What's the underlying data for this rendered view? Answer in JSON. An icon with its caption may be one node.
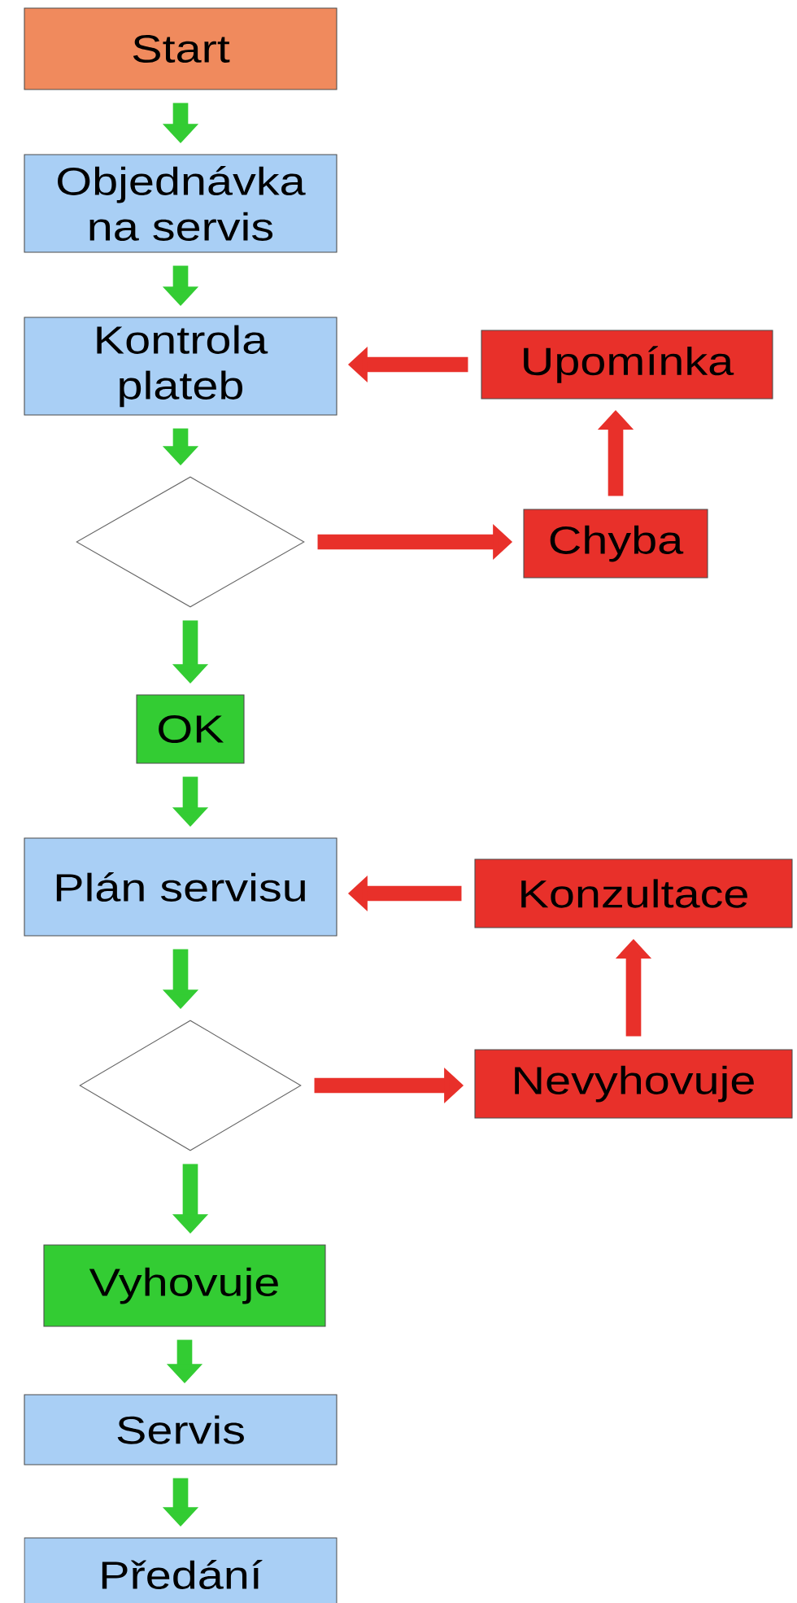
{
  "diagram": {
    "nodes": [
      {
        "text": [
          "Start"
        ]
      },
      {
        "text": [
          "Objednávka na servis"
        ]
      },
      {
        "text": [
          "Kontrola plateb"
        ]
      },
      {
        "text": [
          "Upomínka"
        ]
      },
      {
        "text": [],
        "shape": "diamond"
      },
      {
        "text": [
          "Chyba"
        ]
      },
      {
        "text": [
          "OK"
        ]
      },
      {
        "text": [
          "Plán servisu"
        ]
      },
      {
        "text": [
          "Konzultace"
        ]
      },
      {
        "text": [],
        "shape": "diamond"
      },
      {
        "text": [
          "Nevyhovuje"
        ]
      },
      {
        "text": [
          "Vyhovuje"
        ]
      },
      {
        "text": [
          "Servis"
        ]
      },
      {
        "text": [
          "Předání"
        ]
      }
    ],
    "edges": [
      {
        "from": 0,
        "to": 1,
        "arrow": "to"
      },
      {
        "from": 1,
        "to": 2,
        "arrow": "to"
      },
      {
        "from": 2,
        "to": 4,
        "arrow": "to"
      },
      {
        "from": 4,
        "to": 5,
        "arrow": "to",
        "color": "#e8302a"
      },
      {
        "from": 5,
        "to": 3,
        "arrow": "to",
        "color": "#e8302a"
      },
      {
        "from": 3,
        "to": 2,
        "arrow": "to",
        "color": "#e8302a"
      },
      {
        "from": 4,
        "to": 6,
        "arrow": "to"
      },
      {
        "from": 6,
        "to": 7,
        "arrow": "to"
      },
      {
        "from": 7,
        "to": 9,
        "arrow": "to"
      },
      {
        "from": 9,
        "to": 10,
        "arrow": "to",
        "color": "#e8302a"
      },
      {
        "from": 10,
        "to": 8,
        "arrow": "to",
        "color": "#e8302a"
      },
      {
        "from": 8,
        "to": 7,
        "arrow": "to",
        "color": "#e8302a"
      },
      {
        "from": 9,
        "to": 11,
        "arrow": "to"
      },
      {
        "from": 11,
        "to": 12,
        "arrow": "to"
      },
      {
        "from": 12,
        "to": 13,
        "arrow": "to"
      }
    ]
  }
}
